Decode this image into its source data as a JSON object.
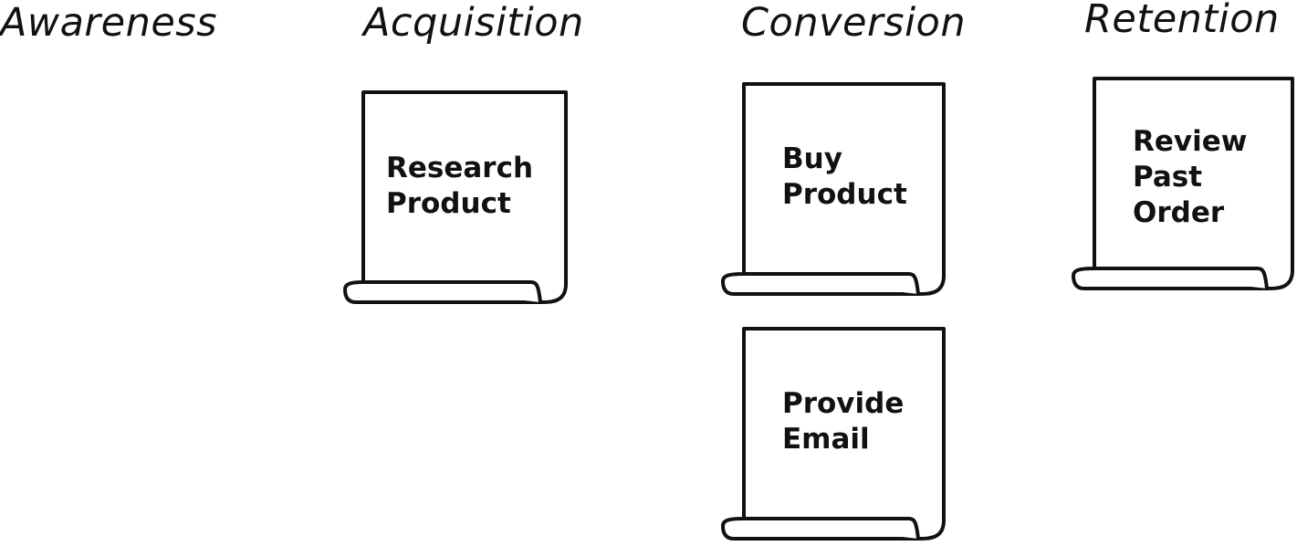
{
  "stages": {
    "awareness": "Awareness",
    "acquisition": "Acquisition",
    "conversion": "Conversion",
    "retention": "Retention"
  },
  "notes": {
    "research_product": "Research\nProduct",
    "buy_product": "Buy\nProduct",
    "provide_email": "Provide\nEmail",
    "review_past_order": "Review\nPast\nOrder"
  },
  "colors": {
    "ink": "#111111",
    "note_fill": "#ffffff"
  }
}
